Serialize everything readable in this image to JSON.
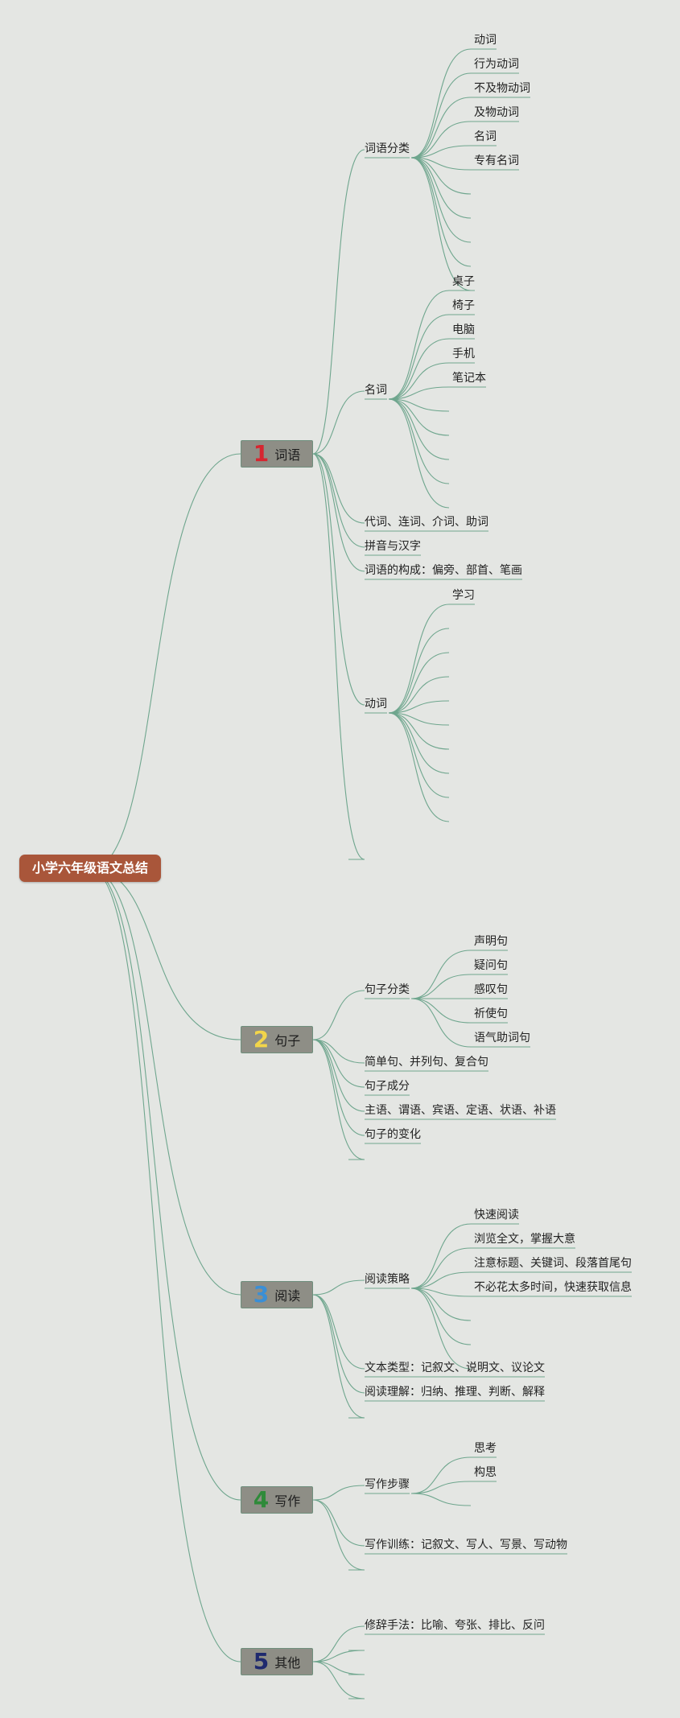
{
  "root": {
    "label": "小学六年级语文总结"
  },
  "topics": [
    {
      "num": "1",
      "num_color": "#d62630",
      "label": "词语",
      "children": [
        {
          "label": "词语分类",
          "children": [
            "动词",
            "行为动词",
            "不及物动词",
            "及物动词",
            "名词",
            "专有名词",
            "",
            "",
            "",
            "",
            ""
          ]
        },
        {
          "label": "名词",
          "children": [
            "桌子",
            "椅子",
            "电脑",
            "手机",
            "笔记本",
            "",
            "",
            "",
            "",
            ""
          ]
        },
        {
          "label": "代词、连词、介词、助词"
        },
        {
          "label": "拼音与汉字"
        },
        {
          "label": "词语的构成：偏旁、部首、笔画"
        },
        {
          "label": "动词",
          "children": [
            "学习",
            "",
            "",
            "",
            "",
            "",
            "",
            "",
            "",
            ""
          ]
        },
        {
          "label": ""
        }
      ]
    },
    {
      "num": "2",
      "num_color": "#f2d54a",
      "label": "句子",
      "children": [
        {
          "label": "句子分类",
          "children": [
            "声明句",
            "疑问句",
            "感叹句",
            "祈使句",
            "语气助词句"
          ]
        },
        {
          "label": "简单句、并列句、复合句"
        },
        {
          "label": "句子成分"
        },
        {
          "label": "主语、谓语、宾语、定语、状语、补语"
        },
        {
          "label": "句子的变化"
        },
        {
          "label": ""
        }
      ]
    },
    {
      "num": "3",
      "num_color": "#3a8fd6",
      "label": "阅读",
      "children": [
        {
          "label": "阅读策略",
          "children": [
            "快速阅读",
            "浏览全文，掌握大意",
            "注意标题、关键词、段落首尾句",
            "不必花太多时间，快速获取信息",
            "",
            "",
            ""
          ]
        },
        {
          "label": "文本类型：记叙文、说明文、议论文"
        },
        {
          "label": "阅读理解：归纳、推理、判断、解释"
        },
        {
          "label": ""
        }
      ]
    },
    {
      "num": "4",
      "num_color": "#2f8a3a",
      "label": "写作",
      "children": [
        {
          "label": "写作步骤",
          "children": [
            "思考",
            "构思",
            ""
          ]
        },
        {
          "label": "写作训练：记叙文、写人、写景、写动物"
        },
        {
          "label": ""
        }
      ]
    },
    {
      "num": "5",
      "num_color": "#1f2a6e",
      "label": "其他",
      "children": [
        {
          "label": "修辞手法：比喻、夸张、排比、反问"
        },
        {
          "label": ""
        },
        {
          "label": ""
        },
        {
          "label": ""
        }
      ]
    }
  ],
  "colors": {
    "background": "#e4e6e3",
    "root": "#a9563a",
    "topic": "#8e8e86",
    "line": "#6fa68e"
  }
}
